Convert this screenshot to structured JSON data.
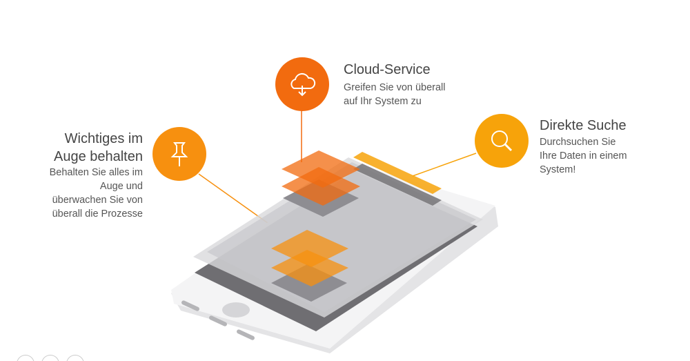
{
  "features": [
    {
      "title": "Cloud-Service",
      "desc": [
        "Greifen Sie von überall",
        "auf Ihr System zu"
      ],
      "icon": "cloud-download-icon",
      "color": "#f26b0f"
    },
    {
      "title": "Direkte Suche",
      "desc": [
        "Durchsuchen Sie",
        "Ihre Daten in einem",
        "System!"
      ],
      "icon": "search-icon",
      "color": "#f7a30a"
    },
    {
      "title_lines": [
        "Wichtiges im",
        "Auge behalten"
      ],
      "desc": [
        "Behalten Sie alles im",
        "Auge und",
        "überwachen Sie von",
        "überall die Prozesse"
      ],
      "icon": "pin-icon",
      "color": "#f7900f"
    }
  ]
}
